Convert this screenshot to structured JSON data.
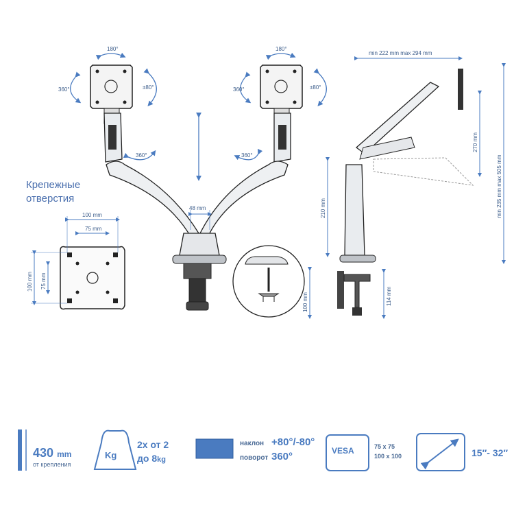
{
  "colors": {
    "accent": "#4a7bc0",
    "line": "#5a8bd0",
    "dark": "#2a2a2a",
    "metal": "#cfd5dc"
  },
  "diagram": {
    "rot180_left": "180°",
    "rot180_right": "180°",
    "rot360_left": "360°",
    "rot360_right": "360°",
    "tilt_left": "±80°",
    "tilt_right": "±80°",
    "rot360_arm_left": "360°",
    "rot360_arm_right": "360°",
    "width_48": "48 mm",
    "caption_line1": "Крепежные",
    "caption_line2": "отверстия",
    "vesa_100w": "100 mm",
    "vesa_75w": "75 mm",
    "vesa_100h": "100 mm",
    "vesa_75h": "75 mm",
    "clamp_100": "100 mm",
    "reach": "min 222 mm max 294 mm",
    "h270": "270 mm",
    "h_min_max": "min 235 mm max 505 mm",
    "h210": "210 mm",
    "h114": "114 mm"
  },
  "specs": {
    "reach_value": "430",
    "reach_unit": "mm",
    "reach_note": "от крепления",
    "weight_icon": "Kg",
    "weight_line1": "2x от 2",
    "weight_line2a": "до 8",
    "weight_line2b": "kg",
    "tilt_label": "наклон",
    "tilt_value": "+80°/-80°",
    "rotate_label": "поворот",
    "rotate_value": "360°",
    "vesa_badge": "VESA",
    "vesa_1": "75 x 75",
    "vesa_2": "100 x 100",
    "screen_range": "15″- 32″"
  }
}
